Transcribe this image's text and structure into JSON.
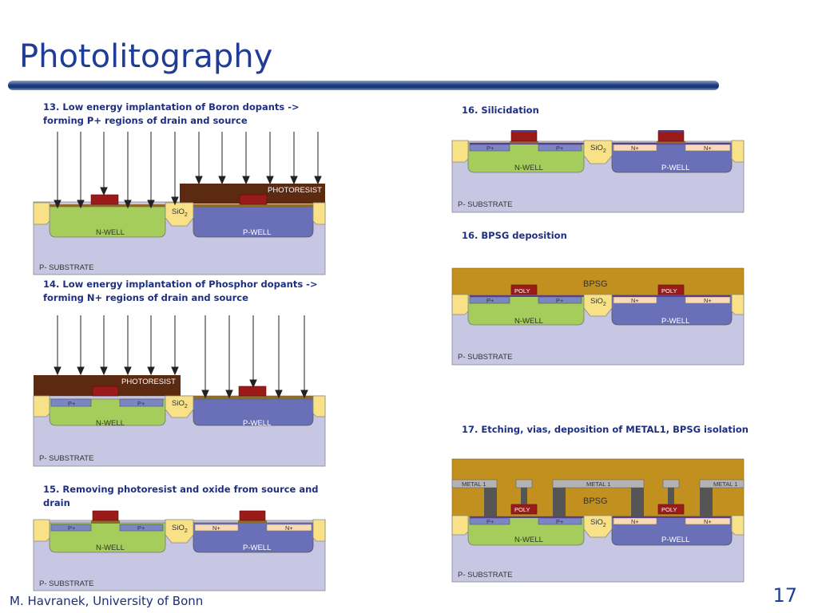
{
  "slide": {
    "title": "Photolitography",
    "footer": "M. Havranek, University of Bonn",
    "page_number": "17"
  },
  "steps": [
    {
      "id": "13",
      "caption": "13. Low energy implantation of Boron dopants -> forming P+ regions of drain and source"
    },
    {
      "id": "14",
      "caption": "14. Low energy implantation of Phosphor dopants -> forming N+ regions of drain and source"
    },
    {
      "id": "15",
      "caption": "15. Removing photoresist and oxide from source and drain"
    },
    {
      "id": "16a",
      "caption": "16. Silicidation"
    },
    {
      "id": "16b",
      "caption": "16. BPSG deposition"
    },
    {
      "id": "17",
      "caption": "17. Etching, vias, deposition of METAL1, BPSG isolation"
    }
  ],
  "labels": {
    "substrate": "P- SUBSTRATE",
    "nwell": "N-WELL",
    "pwell": "P-WELL",
    "sio2_main": "SiO",
    "sio2_sub": "2",
    "photoresist": "PHOTORESIST",
    "p_plus": "P+",
    "n_plus": "N+",
    "poly": "POLY",
    "bpsg": "BPSG",
    "metal1": "METAL 1"
  },
  "colors": {
    "substrate": "#c8c7e3",
    "nwell": "#a4cd5b",
    "pwell": "#6a70b7",
    "sio2": "#f8e186",
    "photoresist": "#5c2a10",
    "gate": "#9b1a1a",
    "gate_oxide": "#8c6b2c",
    "p_plus": "#7b86c4",
    "n_plus": "#f9d9b6",
    "bpsg": "#c1901f",
    "metal": "#b3b3b3",
    "via": "#555555",
    "title": "#1f3c96",
    "caption": "#1e2f80"
  }
}
